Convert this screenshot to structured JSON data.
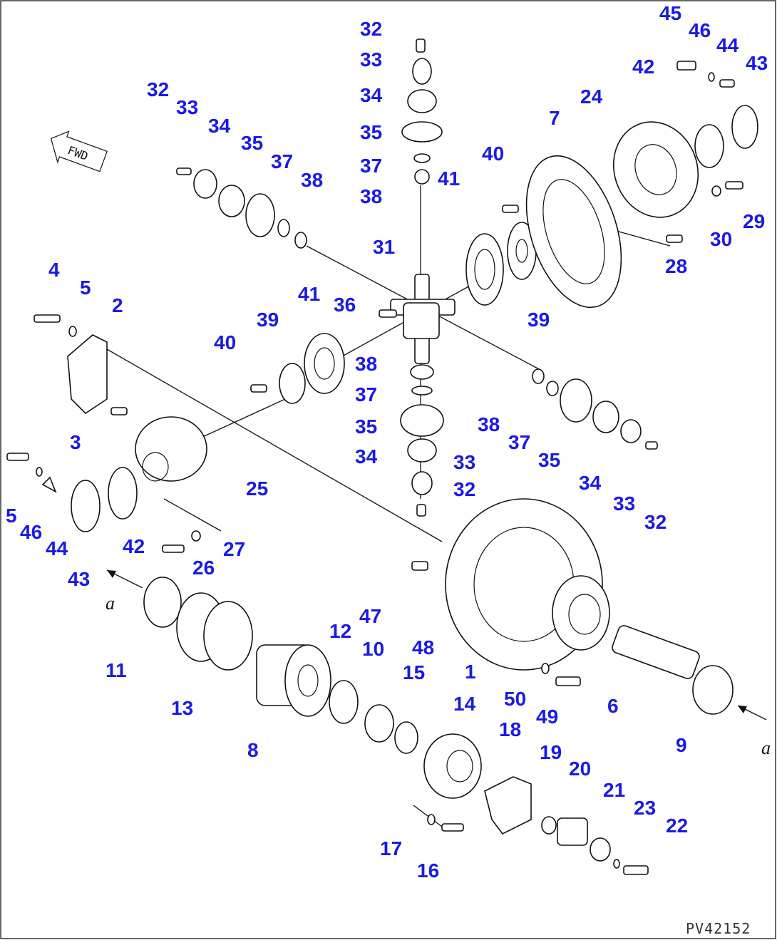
{
  "diagram": {
    "code": "PV42152",
    "forward_marker": "FWD",
    "reference_mark": "a",
    "callouts": [
      "32",
      "33",
      "34",
      "35",
      "37",
      "38",
      "41",
      "31",
      "36",
      "39",
      "40",
      "7",
      "24",
      "42",
      "43",
      "44",
      "45",
      "46",
      "28",
      "29",
      "30",
      "4",
      "5",
      "2",
      "3",
      "25",
      "46",
      "44",
      "43",
      "42",
      "26",
      "27",
      "11",
      "13",
      "8",
      "12",
      "10",
      "15",
      "14",
      "16",
      "17",
      "18",
      "19",
      "20",
      "21",
      "22",
      "23",
      "47",
      "48",
      "1",
      "50",
      "49",
      "6",
      "9"
    ]
  }
}
